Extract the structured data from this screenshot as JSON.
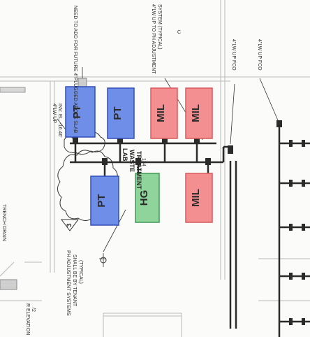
{
  "equipment": [
    {
      "label": "PT",
      "kind": "pt"
    },
    {
      "label": "PT",
      "kind": "pt"
    },
    {
      "label": "MIL",
      "kind": "mil"
    },
    {
      "label": "MIL",
      "kind": "mil"
    },
    {
      "label": "PT",
      "kind": "pt"
    },
    {
      "label": "HG",
      "kind": "hg"
    },
    {
      "label": "MIL",
      "kind": "mil"
    }
  ],
  "colors": {
    "pt_fill": "#6f8ee8",
    "pt_stroke": "#2f4fb8",
    "mil_fill": "#f48f91",
    "mil_stroke": "#d9595c",
    "hg_fill": "#8fd49a",
    "hg_stroke": "#3f9a52",
    "pipe": "#2b2b2b"
  },
  "notes": {
    "future_plug": "NEED TO ADD FOR FUTURE 4\"PLUGGED ABOVE SLAB",
    "ph_system_line1": "4\"LW UP TO PH ADJUSTMENT",
    "ph_system_line2": "SYSTEM (TYPICAL)",
    "lw_up_fco_1": "4\"LW UP FCO",
    "lw_up_fco_2": "4\"LW UP FCO",
    "lw_up_inv_line1": "4\"LW UP",
    "lw_up_inv_line2": "INV. EL. -16.46'",
    "trench_drain": "TRENCH DRAIN",
    "lab_waste_line1": "LAB",
    "lab_waste_line2": "WASTE",
    "lab_waste_line3": "TREATMENT",
    "ph_by_tenant_line1": "PH ADJUSTMENT SYSTEMS",
    "ph_by_tenant_line2": "SHALL BE BY TENANT",
    "ph_by_tenant_line3": "(TYPICAL)",
    "elevation_line1": "R ELEVATION",
    "elevation_line2": "/2",
    "tag_134": "134",
    "keynote": "3",
    "grid_letter": "C"
  }
}
